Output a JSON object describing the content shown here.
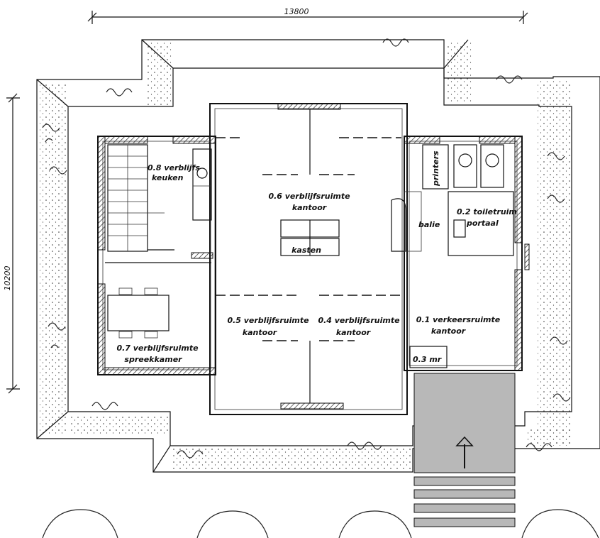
{
  "dimensions": {
    "width_label": "13800",
    "height_label": "10200"
  },
  "rooms": {
    "keuken": {
      "line1": "0.8 verblijfs",
      "line2": "keuken"
    },
    "kantoor_top": {
      "line1": "0.6 verblijfsruimte",
      "line2": "kantoor"
    },
    "kasten": "kasten",
    "printers": "printers",
    "balie": "balie",
    "toilet": {
      "line1": "0.2 toiletruim",
      "line2": "portaal"
    },
    "verkeer": {
      "line1": "0.1 verkeersruimte",
      "line2": "kantoor"
    },
    "kantoor_05": {
      "line1": "0.5 verblijfsruimte",
      "line2": "kantoor"
    },
    "kantoor_04": {
      "line1": "0.4 verblijfsruimte",
      "line2": "kantoor"
    },
    "spreekkamer": {
      "line1": "0.7 verblijfsruimte",
      "line2": "spreekkamer"
    },
    "meterkast": "0.3 mr"
  },
  "colors": {
    "ink": "#111111",
    "entrance_fill": "#b8b8b8"
  }
}
